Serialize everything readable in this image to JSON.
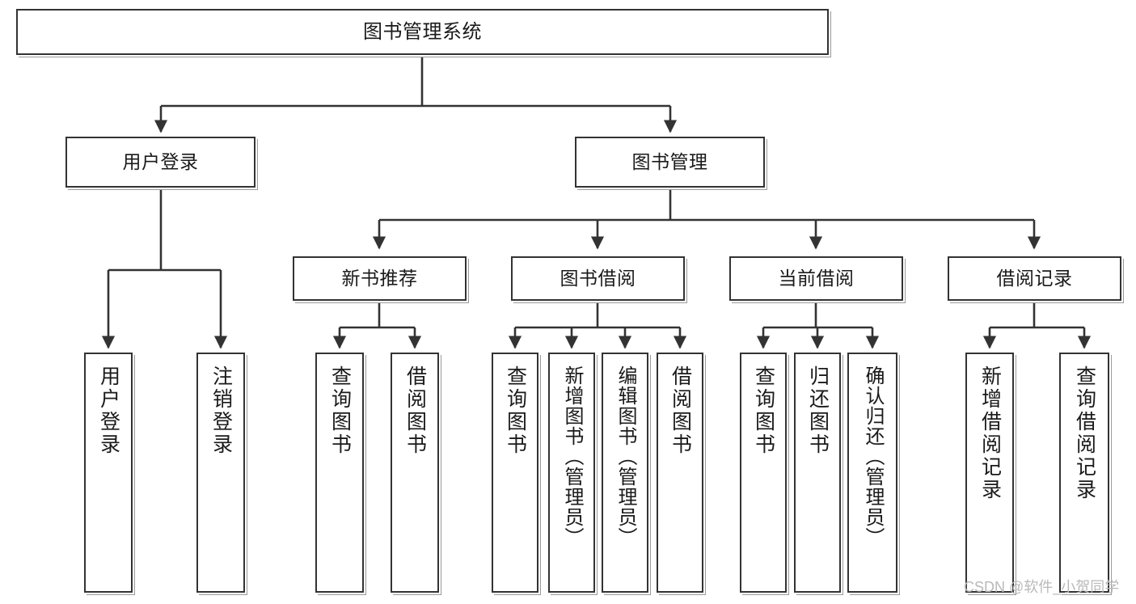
{
  "diagram": {
    "title": "图书管理系统",
    "type": "hierarchy-tree",
    "root": {
      "label": "图书管理系统"
    },
    "level2": [
      {
        "label": "用户登录"
      },
      {
        "label": "图书管理"
      }
    ],
    "level3": [
      {
        "label": "新书推荐"
      },
      {
        "label": "图书借阅"
      },
      {
        "label": "当前借阅"
      },
      {
        "label": "借阅记录"
      }
    ],
    "leaves": {
      "user_login": [
        {
          "label": "用户登录"
        },
        {
          "label": "注销登录"
        }
      ],
      "new_book_recommend": [
        {
          "label": "查询图书"
        },
        {
          "label": "借阅图书"
        }
      ],
      "book_borrow": [
        {
          "label": "查询图书"
        },
        {
          "label": "新增图书（管理员）"
        },
        {
          "label": "编辑图书（管理员）"
        },
        {
          "label": "借阅图书"
        }
      ],
      "current_borrow": [
        {
          "label": "查询图书"
        },
        {
          "label": "归还图书"
        },
        {
          "label": "确认归还（管理员）"
        }
      ],
      "borrow_record": [
        {
          "label": "新增借阅记录"
        },
        {
          "label": "查询借阅记录"
        }
      ]
    }
  },
  "watermark": {
    "text": "CSDN @软件_小贺同学"
  },
  "colors": {
    "box_border": "#333333",
    "box_fill": "#ffffff",
    "line": "#333333",
    "text": "#1a1a1a",
    "watermark": "#b9b9b9"
  }
}
